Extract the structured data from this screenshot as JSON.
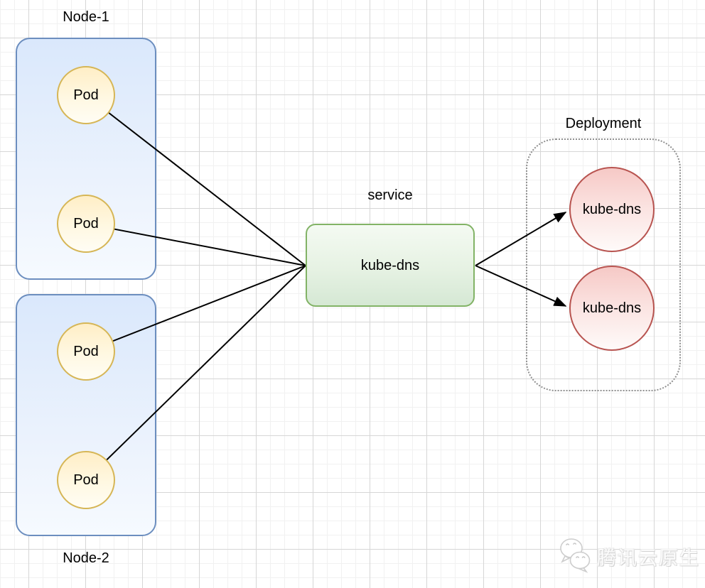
{
  "diagram": {
    "nodes": [
      {
        "label": "Node-1",
        "pods": [
          {
            "label": "Pod"
          },
          {
            "label": "Pod"
          }
        ]
      },
      {
        "label": "Node-2",
        "pods": [
          {
            "label": "Pod"
          },
          {
            "label": "Pod"
          }
        ]
      }
    ],
    "service": {
      "label": "service",
      "name": "kube-dns"
    },
    "deployment": {
      "label": "Deployment",
      "replicas": [
        {
          "label": "kube-dns"
        },
        {
          "label": "kube-dns"
        }
      ]
    }
  },
  "watermark": {
    "icon": "wechat-icon",
    "text": "腾讯云原生"
  },
  "colors": {
    "node_fill": "#dae8fc",
    "node_stroke": "#6c8ebf",
    "pod_fill": "#fff2cc",
    "pod_stroke": "#d6b656",
    "service_fill": "#d5e8d4",
    "service_stroke": "#82b366",
    "replica_fill": "#f8cecc",
    "replica_stroke": "#b85450",
    "connector": "#000000",
    "deployment_border": "#8f8f8f"
  }
}
